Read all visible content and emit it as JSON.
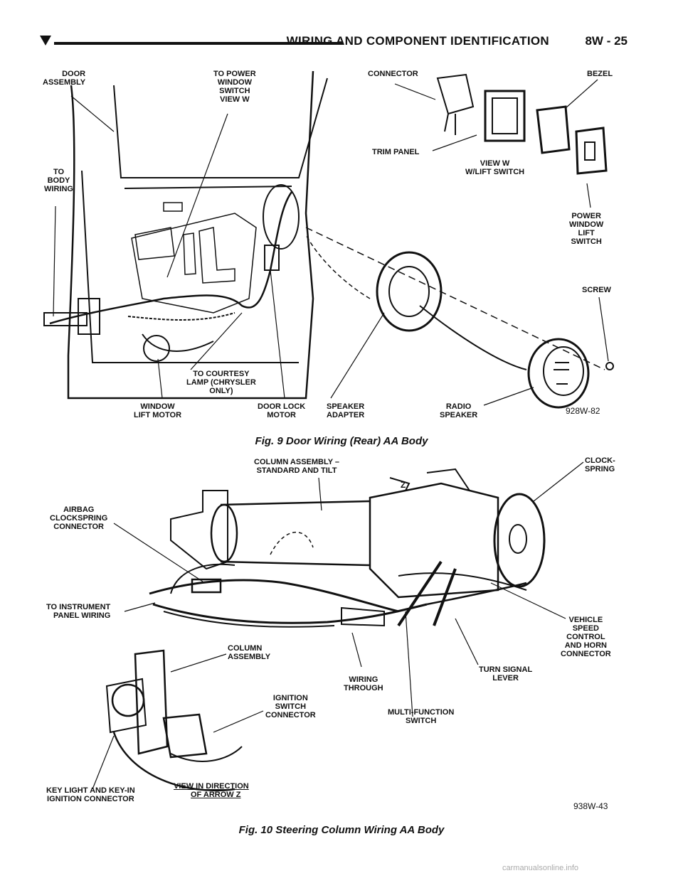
{
  "header": {
    "title": "WIRING AND COMPONENT IDENTIFICATION",
    "page": "8W - 25"
  },
  "fig9": {
    "caption": "Fig. 9 Door Wiring (Rear) AA Body",
    "code": "928W-82",
    "labels": {
      "door_assembly": "DOOR\nASSEMBLY",
      "to_power_window": "TO POWER\nWINDOW\nSWITCH\nVIEW W",
      "connector": "CONNECTOR",
      "bezel": "BEZEL",
      "to_body_wiring": "TO\nBODY\nWIRING",
      "trim_panel": "TRIM PANEL",
      "view_w": "VIEW W\nW/LIFT SWITCH",
      "power_window_lift": "POWER\nWINDOW\nLIFT\nSWITCH",
      "screw": "SCREW",
      "to_courtesy": "TO COURTESY\nLAMP (CHRYSLER\nONLY)",
      "window_lift_motor": "WINDOW\nLIFT MOTOR",
      "door_lock_motor": "DOOR LOCK\nMOTOR",
      "speaker_adapter": "SPEAKER\nADAPTER",
      "radio_speaker": "RADIO\nSPEAKER"
    }
  },
  "fig10": {
    "caption": "Fig. 10 Steering Column Wiring AA Body",
    "code": "938W-43",
    "labels": {
      "column_assembly_std": "COLUMN ASSEMBLY –\nSTANDARD AND TILT",
      "clockspring": "CLOCK-\nSPRING",
      "airbag_clockspring": "AIRBAG\nCLOCKSPRING\nCONNECTOR",
      "to_instrument": "TO INSTRUMENT\nPANEL WIRING",
      "vehicle_speed": "VEHICLE\nSPEED\nCONTROL\nAND HORN\nCONNECTOR",
      "column_assembly": "COLUMN\nASSEMBLY",
      "turn_signal": "TURN SIGNAL\nLEVER",
      "wiring_through": "WIRING\nTHROUGH",
      "ignition_switch": "IGNITION\nSWITCH\nCONNECTOR",
      "multi_function": "MULTI-FUNCTION\nSWITCH",
      "key_light": "KEY LIGHT AND KEY-IN\nIGNITION CONNECTOR",
      "view_in_direction_1": "VIEW IN DIRECTION",
      "view_in_direction_2": "OF ARROW Z",
      "arrow_z": "Z"
    }
  },
  "footer": "carmanualsonline.info"
}
